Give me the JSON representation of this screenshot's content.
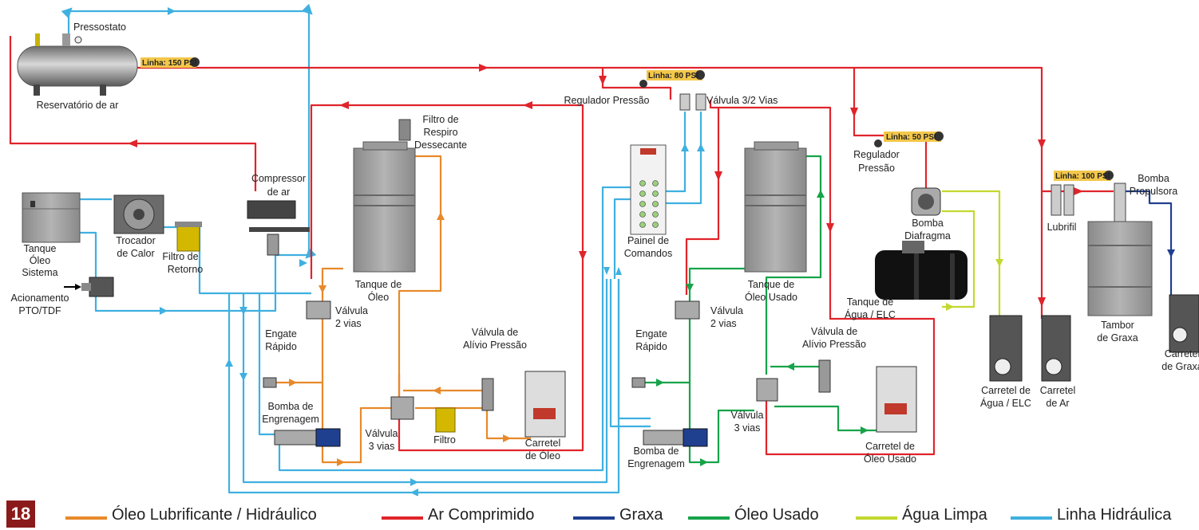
{
  "page_number": "18",
  "colors": {
    "oleo": "#e8892b",
    "ar": "#e0242b",
    "graxa": "#1f3f8f",
    "usado": "#17a34a",
    "agua": "#c3d82f",
    "hidraulica": "#3fb0e0"
  },
  "labels": {
    "pressostato": "Pressostato",
    "reservatorio": "Reservatório de ar",
    "linha150": "Linha: 150 PSI",
    "linha80": "Linha: 80 PSI",
    "linha50": "Linha: 50 PSI",
    "linha100": "Linha: 100 PSI",
    "regulador1": "Regulador Pressão",
    "valvula32": "Válvula 3/2 Vias",
    "regulador2_l1": "Regulador",
    "regulador2_l2": "Pressão",
    "filtro_respiro_l1": "Filtro de",
    "filtro_respiro_l2": "Respiro",
    "filtro_respiro_l3": "Dessecante",
    "compressor_l1": "Compressor",
    "compressor_l2": "de ar",
    "tanque_sistema_l1": "Tanque",
    "tanque_sistema_l2": "Óleo",
    "tanque_sistema_l3": "Sistema",
    "trocador_l1": "Trocador",
    "trocador_l2": "de Calor",
    "filtro_retorno_l1": "Filtro de",
    "filtro_retorno_l2": "Retorno",
    "acionamento_l1": "Acionamento",
    "acionamento_l2": "PTO/TDF",
    "tanque_oleo_l1": "Tanque de",
    "tanque_oleo_l2": "Óleo",
    "painel_l1": "Painel de",
    "painel_l2": "Comandos",
    "tanque_usado_l1": "Tanque de",
    "tanque_usado_l2": "Óleo Usado",
    "bomba_diafragma_l1": "Bomba",
    "bomba_diafragma_l2": "Diafragma",
    "tanque_agua_l1": "Tanque de",
    "tanque_agua_l2": "Água / ELC",
    "lubrifil": "Lubrifil",
    "bomba_prop_l1": "Bomba",
    "bomba_prop_l2": "Propulsora",
    "tambor_l1": "Tambor",
    "tambor_l2": "de Graxa",
    "carretel_graxa_l1": "Carretel",
    "carretel_graxa_l2": "de Graxa",
    "valvula2a_l1": "Válvula",
    "valvula2a_l2": "2 vias",
    "valvula2b_l1": "Válvula",
    "valvula2b_l2": "2 vias",
    "engate_a_l1": "Engate",
    "engate_a_l2": "Rápido",
    "engate_b_l1": "Engate",
    "engate_b_l2": "Rápido",
    "bomba_eng_a_l1": "Bomba de",
    "bomba_eng_a_l2": "Engrenagem",
    "bomba_eng_b_l1": "Bomba de",
    "bomba_eng_b_l2": "Engrenagem",
    "alivio_a_l1": "Válvula de",
    "alivio_a_l2": "Alívio Pressão",
    "alivio_b_l1": "Válvula de",
    "alivio_b_l2": "Alívio Pressão",
    "valvula3a_l1": "Válvula",
    "valvula3a_l2": "3 vias",
    "valvula3b_l1": "Válvula",
    "valvula3b_l2": "3 vias",
    "filtro": "Filtro",
    "carretel_oleo_l1": "Carretel",
    "carretel_oleo_l2": "de Óleo",
    "carretel_usado_l1": "Carretel de",
    "carretel_usado_l2": "Óleo Usado",
    "carretel_agua_l1": "Carretel de",
    "carretel_agua_l2": "Água / ELC",
    "carretel_ar_l1": "Carretel",
    "carretel_ar_l2": "de Ar"
  },
  "legend": [
    {
      "label": "Óleo Lubrificante / Hidráulico",
      "color": "#e8892b"
    },
    {
      "label": "Ar Comprimido",
      "color": "#e0242b"
    },
    {
      "label": "Graxa",
      "color": "#1f3f8f"
    },
    {
      "label": "Óleo Usado",
      "color": "#17a34a"
    },
    {
      "label": "Água Limpa",
      "color": "#c3d82f"
    },
    {
      "label": "Linha Hidráulica",
      "color": "#3fb0e0"
    }
  ]
}
